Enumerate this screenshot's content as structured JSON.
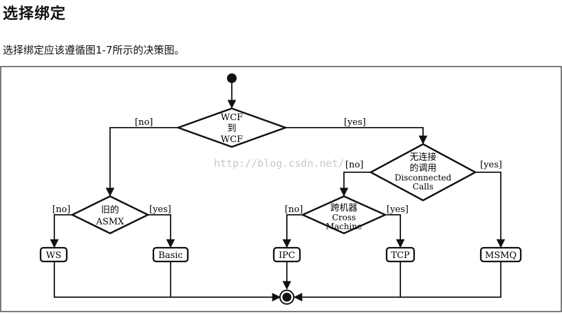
{
  "header": {
    "title": "选择绑定",
    "intro": "选择绑定应该遵循图1-7所示的决策图。"
  },
  "diagram": {
    "watermark": "http://blog.csdn.net/",
    "decisions": {
      "wcf": [
        "WCF",
        "到",
        "WCF"
      ],
      "legacy": [
        "旧的",
        "ASMX"
      ],
      "disconnected": [
        "无连接",
        "的调用",
        "Disconnected",
        "Calls"
      ],
      "cross": [
        "跨机器",
        "Cross",
        "Machine"
      ]
    },
    "edge_labels": {
      "wcf_no": "[no]",
      "wcf_yes": "[yes]",
      "legacy_no": "[no]",
      "legacy_yes": "[yes]",
      "disconnected_no": "[no]",
      "disconnected_yes": "[yes]",
      "cross_no": "[no]",
      "cross_yes": "[yes]"
    },
    "bindings": {
      "ws": "WS",
      "basic": "Basic",
      "ipc": "IPC",
      "tcp": "TCP",
      "msmq": "MSMQ"
    }
  }
}
